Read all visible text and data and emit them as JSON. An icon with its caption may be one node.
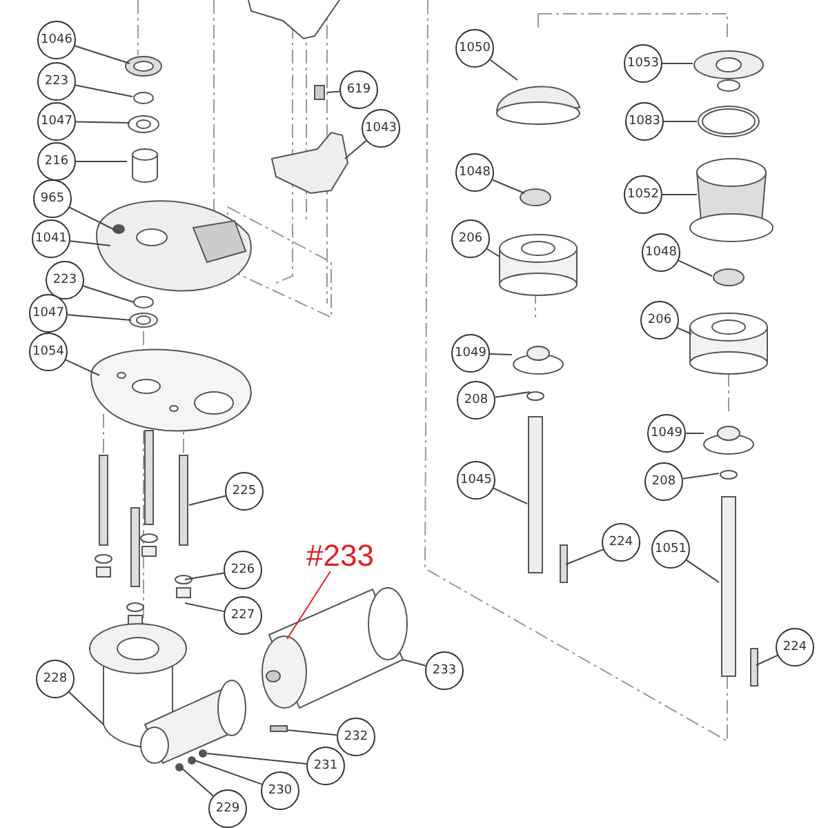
{
  "diagram": {
    "nodes": [
      {
        "text": [
          "1046"
        ]
      },
      {
        "text": [
          "223"
        ]
      },
      {
        "text": [
          "1047"
        ]
      },
      {
        "text": [
          "216"
        ]
      },
      {
        "text": [
          "965"
        ]
      },
      {
        "text": [
          "1041"
        ]
      },
      {
        "text": [
          "223"
        ]
      },
      {
        "text": [
          "1047"
        ]
      },
      {
        "text": [
          "1054"
        ]
      },
      {
        "text": [
          "619"
        ]
      },
      {
        "text": [
          "1043"
        ]
      },
      {
        "text": [
          "225"
        ]
      },
      {
        "text": [
          "226"
        ]
      },
      {
        "text": [
          "227"
        ]
      },
      {
        "text": [
          "228"
        ]
      },
      {
        "text": [
          "#233"
        ]
      },
      {
        "text": [
          "233"
        ]
      },
      {
        "text": [
          "232"
        ]
      },
      {
        "text": [
          "231"
        ]
      },
      {
        "text": [
          "230"
        ]
      },
      {
        "text": [
          "229"
        ]
      },
      {
        "text": [
          "1050"
        ]
      },
      {
        "text": [
          "1053"
        ]
      },
      {
        "text": [
          "1083"
        ]
      },
      {
        "text": [
          "1048"
        ]
      },
      {
        "text": [
          "1052"
        ]
      },
      {
        "text": [
          "206"
        ]
      },
      {
        "text": [
          "1048"
        ]
      },
      {
        "text": [
          "206"
        ]
      },
      {
        "text": [
          "1049"
        ]
      },
      {
        "text": [
          "208"
        ]
      },
      {
        "text": [
          "1049"
        ]
      },
      {
        "text": [
          "208"
        ]
      },
      {
        "text": [
          "1045"
        ]
      },
      {
        "text": [
          "224"
        ]
      },
      {
        "text": [
          "1051"
        ]
      },
      {
        "text": [
          "224"
        ]
      }
    ],
    "edges": [
      {
        "from": 0,
        "to": null,
        "arrow": "none"
      },
      {
        "from": 1,
        "to": null,
        "arrow": "none"
      },
      {
        "from": 2,
        "to": null,
        "arrow": "none"
      },
      {
        "from": 3,
        "to": null,
        "arrow": "none"
      },
      {
        "from": 4,
        "to": null,
        "arrow": "none"
      },
      {
        "from": 5,
        "to": null,
        "arrow": "none"
      },
      {
        "from": 6,
        "to": null,
        "arrow": "none"
      },
      {
        "from": 7,
        "to": null,
        "arrow": "none"
      },
      {
        "from": 8,
        "to": null,
        "arrow": "none"
      },
      {
        "from": 9,
        "to": null,
        "arrow": "none"
      },
      {
        "from": 10,
        "to": null,
        "arrow": "none"
      },
      {
        "from": 11,
        "to": null,
        "arrow": "none"
      },
      {
        "from": 12,
        "to": null,
        "arrow": "none"
      },
      {
        "from": 13,
        "to": null,
        "arrow": "none"
      },
      {
        "from": 14,
        "to": null,
        "arrow": "none"
      },
      {
        "from": 15,
        "to": null,
        "arrow": "none",
        "color": "#e02020"
      },
      {
        "from": 16,
        "to": null,
        "arrow": "none"
      },
      {
        "from": 17,
        "to": null,
        "arrow": "none"
      },
      {
        "from": 18,
        "to": null,
        "arrow": "none"
      },
      {
        "from": 19,
        "to": null,
        "arrow": "none"
      },
      {
        "from": 20,
        "to": null,
        "arrow": "none"
      },
      {
        "from": 21,
        "to": null,
        "arrow": "none"
      },
      {
        "from": 22,
        "to": null,
        "arrow": "none"
      },
      {
        "from": 23,
        "to": null,
        "arrow": "none"
      },
      {
        "from": 24,
        "to": null,
        "arrow": "none"
      },
      {
        "from": 25,
        "to": null,
        "arrow": "none"
      },
      {
        "from": 26,
        "to": null,
        "arrow": "none"
      },
      {
        "from": 27,
        "to": null,
        "arrow": "none"
      },
      {
        "from": 28,
        "to": null,
        "arrow": "none"
      },
      {
        "from": 29,
        "to": null,
        "arrow": "none"
      },
      {
        "from": 30,
        "to": null,
        "arrow": "none"
      },
      {
        "from": 31,
        "to": null,
        "arrow": "none"
      },
      {
        "from": 32,
        "to": null,
        "arrow": "none"
      },
      {
        "from": 33,
        "to": null,
        "arrow": "none"
      },
      {
        "from": 34,
        "to": null,
        "arrow": "none"
      },
      {
        "from": 35,
        "to": null,
        "arrow": "none"
      },
      {
        "from": 36,
        "to": null,
        "arrow": "none"
      }
    ]
  }
}
